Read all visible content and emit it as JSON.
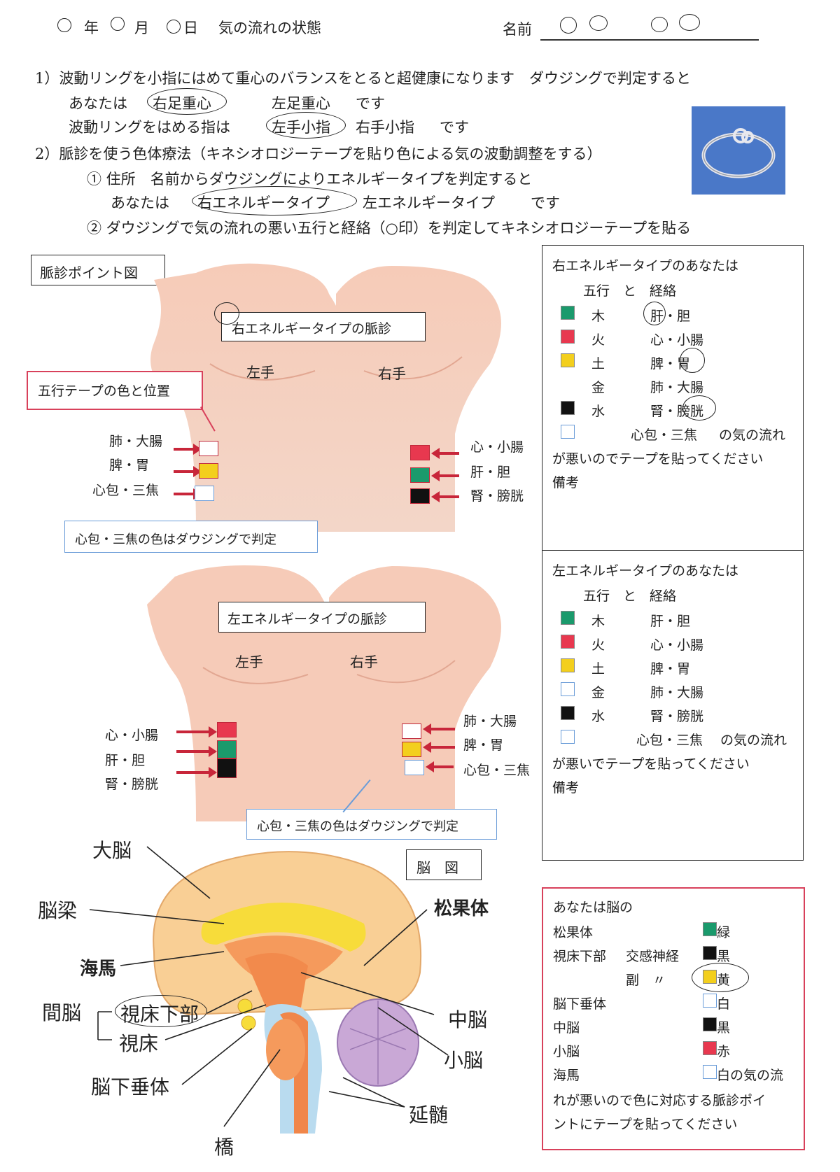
{
  "header": {
    "year": "年",
    "month": "月",
    "day": "日",
    "title": "気の流れの状態",
    "name_label": "名前"
  },
  "section1": {
    "line1": "1）波動リングを小指にはめて重心のバランスをとると超健康になります　ダウジングで判定すると",
    "line2_prefix": "あなたは",
    "opt_right_foot": "右足重心",
    "opt_left_foot": "左足重心",
    "desu": "です",
    "line3_prefix": "波動リングをはめる指は",
    "opt_left_pinky": "左手小指",
    "opt_right_pinky": "右手小指"
  },
  "section2": {
    "line1": "2）脈診を使う色体療法（キネシオロジーテープを貼り色による気の波動調整をする）",
    "item1": "①  住所　名前からダウジングによりエネルギータイプを判定すると",
    "item1_prefix": "あなたは",
    "opt_right_energy": "右エネルギータイプ",
    "opt_left_energy": "左エネルギータイプ",
    "item2": "②  ダウジングで気の流れの悪い五行と経絡（○印）を判定してキネシオロジーテープを貼る"
  },
  "pulse_diagram": {
    "title": "脈診ポイント図",
    "right_type_label": "右エネルギータイプの脈診",
    "left_type_label": "左エネルギータイプの脈診",
    "left_hand": "左手",
    "right_hand": "右手",
    "tape_label": "五行テープの色と位置",
    "dowsing_note": "心包・三焦の色はダウジングで判定",
    "upper_left_labels": [
      "肺・大腸",
      "脾・胃",
      "心包・三焦"
    ],
    "upper_right_labels": [
      "心・小腸",
      "肝・胆",
      "腎・膀胱"
    ],
    "lower_left_labels": [
      "心・小腸",
      "肝・胆",
      "腎・膀胱"
    ],
    "lower_right_labels": [
      "肺・大腸",
      "脾・胃",
      "心包・三焦"
    ]
  },
  "right_energy_panel": {
    "title": "右エネルギータイプのあなたは",
    "header": "五行　と　経絡",
    "rows": [
      {
        "element": "木",
        "meridian": "肝・胆",
        "color": "#1a9a6c"
      },
      {
        "element": "火",
        "meridian": "心・小腸",
        "color": "#e8384f"
      },
      {
        "element": "土",
        "meridian": "脾・胃",
        "color": "#f3cf1d"
      },
      {
        "element": "金",
        "meridian": "肺・大腸",
        "color": ""
      },
      {
        "element": "水",
        "meridian": "腎・膀胱",
        "color": "#111111"
      }
    ],
    "extra": "心包・三焦",
    "suffix": "の気の流れ",
    "line2": "が悪いのでテープを貼ってください",
    "note": "備考"
  },
  "left_energy_panel": {
    "title": "左エネルギータイプのあなたは",
    "header": "五行　と　経絡",
    "rows": [
      {
        "element": "木",
        "meridian": "肝・胆",
        "color": "#1a9a6c"
      },
      {
        "element": "火",
        "meridian": "心・小腸",
        "color": "#e8384f"
      },
      {
        "element": "土",
        "meridian": "脾・胃",
        "color": "#f3cf1d"
      },
      {
        "element": "金",
        "meridian": "肺・大腸",
        "color": "#ffffff"
      },
      {
        "element": "水",
        "meridian": "腎・膀胱",
        "color": "#111111"
      }
    ],
    "extra": "心包・三焦",
    "suffix": "の気の流れ",
    "line2": "が悪いでテープを貼ってください",
    "note": "備考"
  },
  "brain_diagram": {
    "title": "脳　図",
    "cerebrum": "大脳",
    "corpus_callosum": "脳梁",
    "pineal": "松果体",
    "hippocampus": "海馬",
    "diencephalon": "間脳",
    "hypothalamus": "視床下部",
    "thalamus": "視床",
    "midbrain": "中脳",
    "cerebellum": "小脳",
    "pituitary": "脳下垂体",
    "medulla": "延髄",
    "pons": "橋"
  },
  "brain_panel": {
    "title": "あなたは脳の",
    "rows": [
      {
        "label": "松果体",
        "sub": "",
        "color": "#1a9a6c",
        "color_name": "緑"
      },
      {
        "label": "視床下部",
        "sub": "交感神経",
        "color": "#111111",
        "color_name": "黒"
      },
      {
        "label": "",
        "sub": "副　〃",
        "color": "#f3cf1d",
        "color_name": "黄"
      },
      {
        "label": "脳下垂体",
        "sub": "",
        "color": "#ffffff",
        "color_name": "白"
      },
      {
        "label": "中脳",
        "sub": "",
        "color": "#111111",
        "color_name": "黒"
      },
      {
        "label": "小脳",
        "sub": "",
        "color": "#e8384f",
        "color_name": "赤"
      },
      {
        "label": "海馬",
        "sub": "",
        "color": "#ffffff",
        "color_name": "白の気の流"
      }
    ],
    "footer1": "れが悪いので色に対応する脈診ポイ",
    "footer2": "ントにテープを貼ってください"
  }
}
